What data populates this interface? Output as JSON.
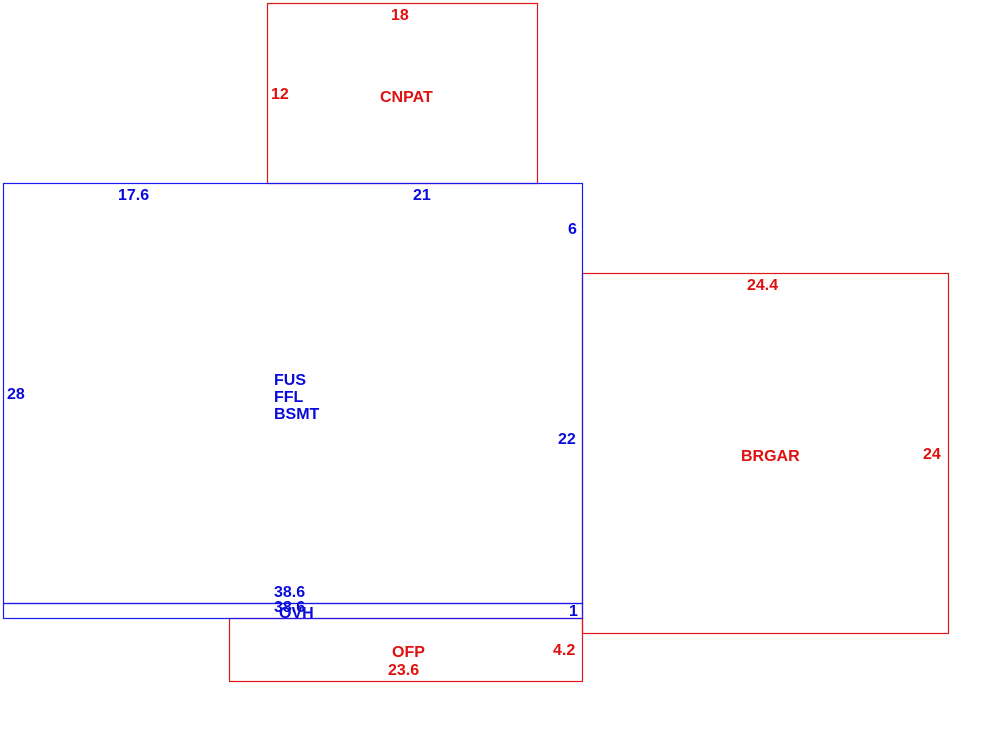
{
  "colors": {
    "living_area": "#1a1af0",
    "living_text": "#0a0adc",
    "other_area": "#e01818",
    "other_text": "#e01010"
  },
  "cnpat": {
    "name": "CNPAT",
    "top_dim": "18",
    "side_dim": "12"
  },
  "main": {
    "labels": [
      "FUS",
      "FFL",
      "BSMT"
    ],
    "top_left_dim": "17.6",
    "top_right_dim": "21",
    "right_upper_dim": "6",
    "right_lower_dim": "22",
    "left_dim": "28",
    "bottom_dim": "38.6"
  },
  "ovh": {
    "name": "OVH",
    "length_dim": "38.6",
    "depth_dim": "1"
  },
  "brgar": {
    "name": "BRGAR",
    "top_dim": "24.4",
    "side_dim": "24"
  },
  "ofp": {
    "name": "OFP",
    "bottom_dim": "23.6",
    "side_dim": "4.2"
  }
}
